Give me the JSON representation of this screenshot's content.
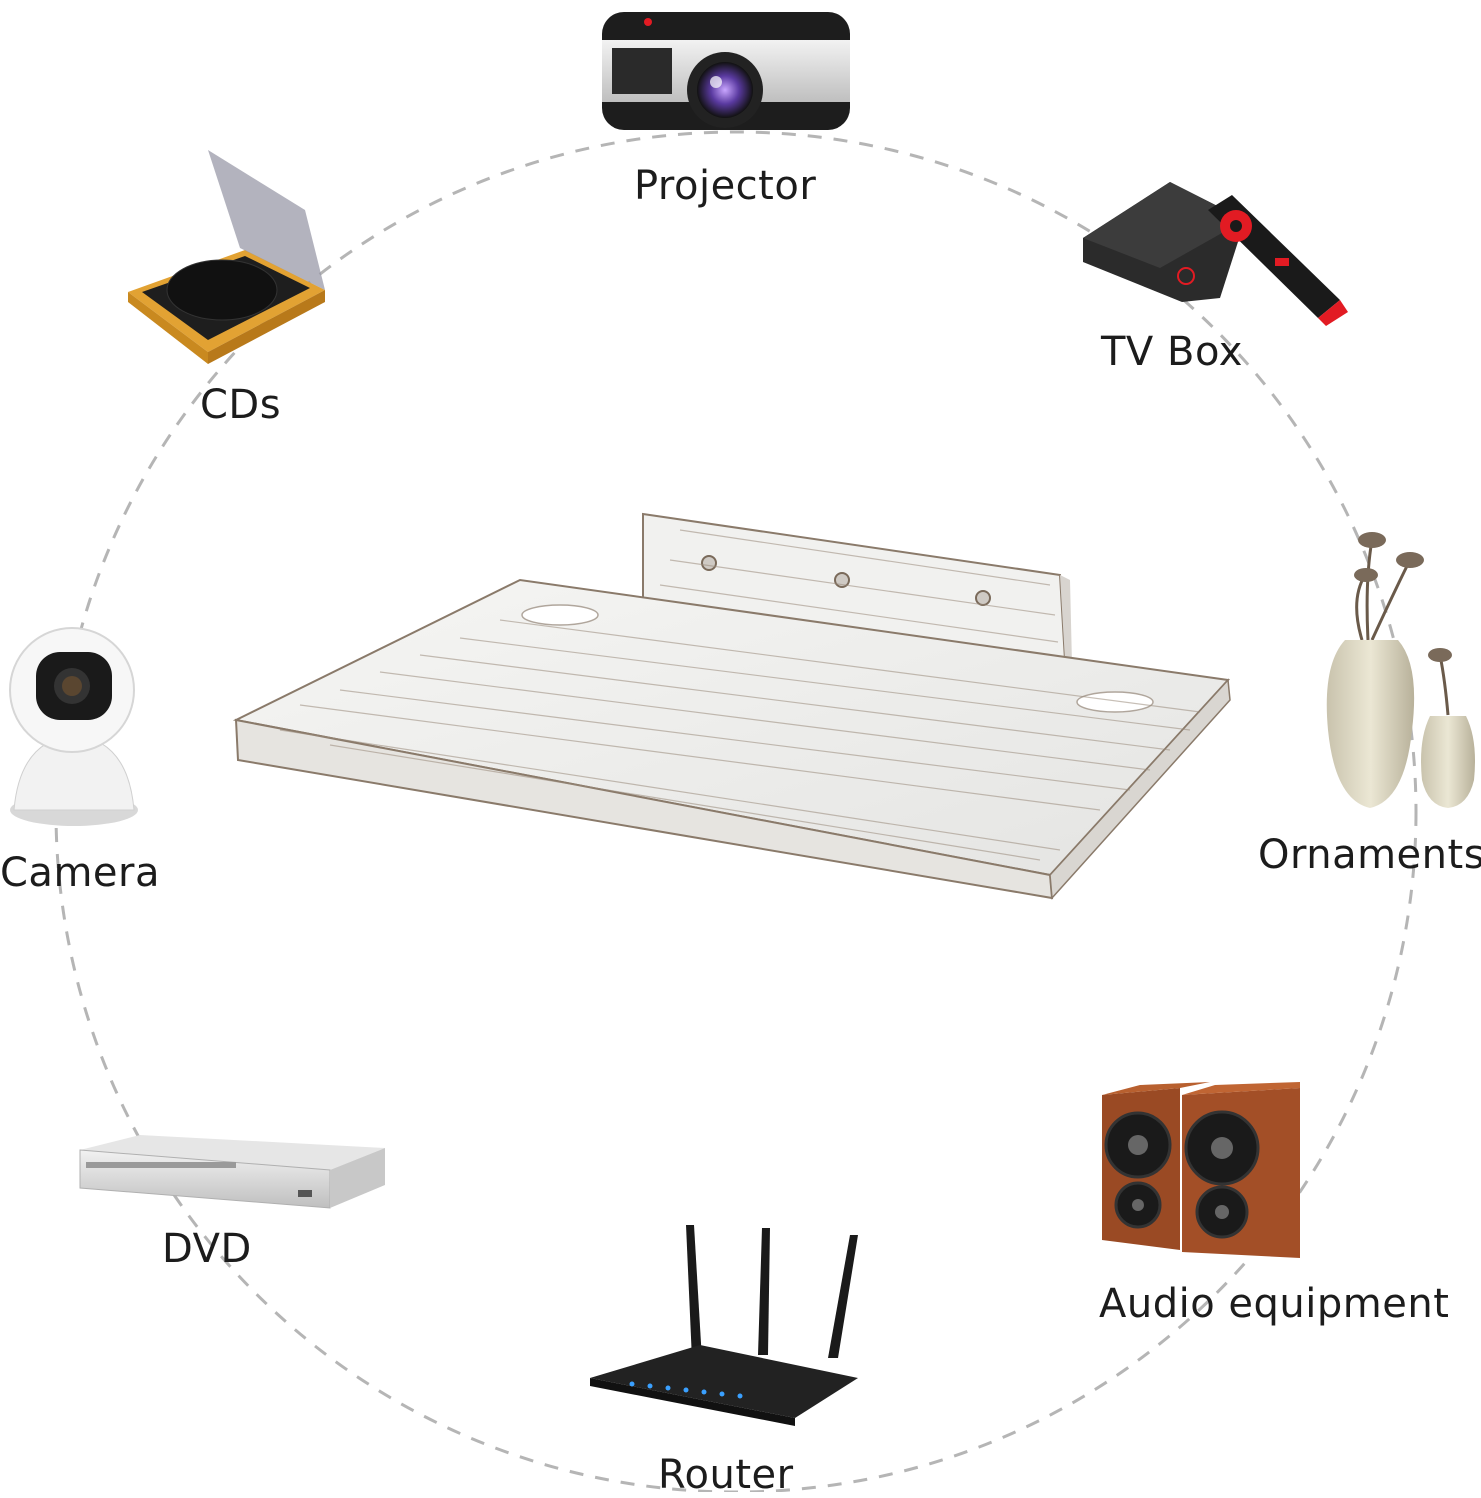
{
  "labels": {
    "projector": "Projector",
    "tv_box": "TV Box",
    "cds": "CDs",
    "camera": "Camera",
    "ornaments": "Ornaments",
    "dvd": "DVD",
    "audio_equipment": "Audio equipment",
    "router": "Router"
  },
  "colors": {
    "background": "#ffffff",
    "dashed_ring": "#b5b5b5",
    "label_text": "#1c1c1c",
    "shelf_wood": "#eeeeee",
    "shelf_grain": "#8a7a6a",
    "speaker_wood": "#9a4a24",
    "tv_remote_red": "#e21b23"
  },
  "icons": {
    "projector": "projector-icon",
    "tv_box": "tv-box-icon",
    "cds": "cd-player-icon",
    "camera": "security-camera-icon",
    "ornaments": "vase-ornament-icon",
    "dvd": "dvd-player-icon",
    "audio_equipment": "speaker-pair-icon",
    "router": "wifi-router-icon",
    "shelf": "floating-shelf-image"
  }
}
